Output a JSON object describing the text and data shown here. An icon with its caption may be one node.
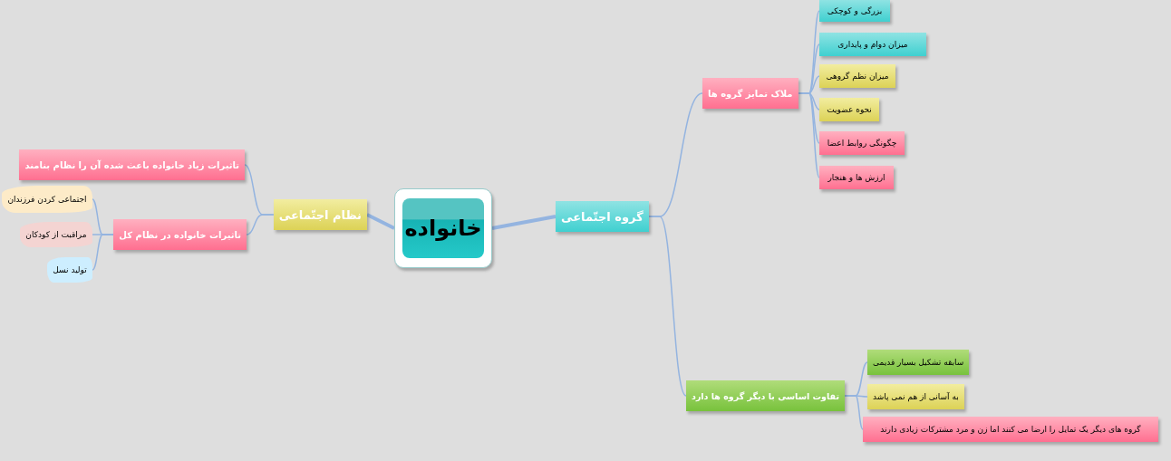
{
  "diagram": {
    "nodes": [
      {
        "text": [
          "خانواده"
        ]
      },
      {
        "text": [
          "نظام اجتّماعی"
        ]
      },
      {
        "text": [
          "تاثیرات زیاد خانواده باعث شده آن را نظام بنامند"
        ]
      },
      {
        "text": [
          "تاثیرات خانواده در نظام کل"
        ]
      },
      {
        "text": [
          "اجتماعی کردن فرزندان"
        ]
      },
      {
        "text": [
          "مراقبت از کودکان"
        ]
      },
      {
        "text": [
          "تولید نسل"
        ]
      },
      {
        "text": [
          "گروه اجتّماعی"
        ]
      },
      {
        "text": [
          "ملاک تمایز گروه ها"
        ]
      },
      {
        "text": [
          "بزرگی و کوچکی"
        ]
      },
      {
        "text": [
          "میزان دوام و پایداری"
        ]
      },
      {
        "text": [
          "میزان نظم گروهی"
        ]
      },
      {
        "text": [
          "نحوه عضویت"
        ]
      },
      {
        "text": [
          "چگونگی روابط اعضا"
        ]
      },
      {
        "text": [
          "ارزش ها و هنجار"
        ]
      },
      {
        "text": [
          "تفاوت اساسی با دیگر گروه ها دارد"
        ]
      },
      {
        "text": [
          "سابقه تشکیل بسیار قدیمی"
        ]
      },
      {
        "text": [
          "به آسانی از هم نمی پاشد"
        ]
      },
      {
        "text": [
          "گروه های دیگر یک تمایل را ارضا می کنند اما زن و مرد مشترکات زیادی دارند"
        ]
      }
    ],
    "edges": [
      {
        "from": 0,
        "to": 1,
        "arrow": "none",
        "style": "thick"
      },
      {
        "from": 1,
        "to": 2,
        "arrow": "none"
      },
      {
        "from": 1,
        "to": 3,
        "arrow": "none"
      },
      {
        "from": 3,
        "to": 4,
        "arrow": "none"
      },
      {
        "from": 3,
        "to": 5,
        "arrow": "none"
      },
      {
        "from": 3,
        "to": 6,
        "arrow": "none"
      },
      {
        "from": 0,
        "to": 7,
        "arrow": "none",
        "style": "thick"
      },
      {
        "from": 7,
        "to": 8,
        "arrow": "none"
      },
      {
        "from": 7,
        "to": 15,
        "arrow": "none"
      },
      {
        "from": 8,
        "to": 9,
        "arrow": "none"
      },
      {
        "from": 8,
        "to": 10,
        "arrow": "none"
      },
      {
        "from": 8,
        "to": 11,
        "arrow": "none"
      },
      {
        "from": 8,
        "to": 12,
        "arrow": "none"
      },
      {
        "from": 8,
        "to": 13,
        "arrow": "none"
      },
      {
        "from": 8,
        "to": 14,
        "arrow": "none"
      },
      {
        "from": 15,
        "to": 16,
        "arrow": "none"
      },
      {
        "from": 15,
        "to": 17,
        "arrow": "none"
      },
      {
        "from": 15,
        "to": 18,
        "arrow": "none"
      }
    ]
  }
}
